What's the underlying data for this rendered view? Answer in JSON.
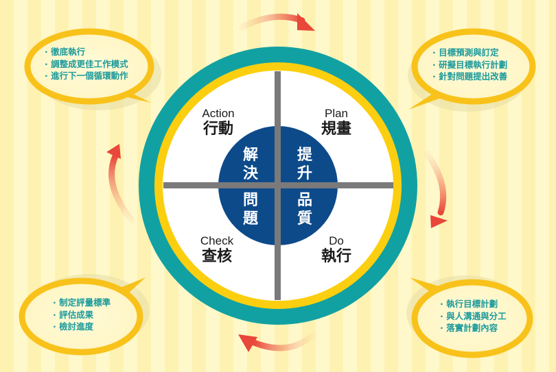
{
  "colors": {
    "teal_ring": "#12a1a2",
    "yellow_ring": "#fbcf0f",
    "center_circle": "#0d4a8a",
    "divider": "#7a7a7a",
    "bubble_ring": "#f8c21a",
    "bubble_text": "#1c9a9c",
    "arrow": "#e8503a"
  },
  "quadrants": {
    "plan": {
      "en": "Plan",
      "zh": "規畫"
    },
    "do": {
      "en": "Do",
      "zh": "執行"
    },
    "check": {
      "en": "Check",
      "zh": "查核"
    },
    "action": {
      "en": "Action",
      "zh": "行動"
    }
  },
  "center": {
    "top_left": [
      "解",
      "決"
    ],
    "top_right": [
      "提",
      "升"
    ],
    "bottom_left": [
      "問",
      "題"
    ],
    "bottom_right": [
      "品",
      "質"
    ]
  },
  "bubbles": {
    "action": [
      "徹底執行",
      "調整成更佳工作模式",
      "進行下一個循環動作"
    ],
    "plan": [
      "目標預測與訂定",
      "研擬目標執行計劃",
      "針對問題提出改善"
    ],
    "check": [
      "制定評量標準",
      "評估成果",
      "檢討進度"
    ],
    "do": [
      "執行目標計劃",
      "與人溝通與分工",
      "落實計劃內容"
    ]
  },
  "arrows": [
    "arrow-action-to-plan",
    "arrow-plan-to-do",
    "arrow-do-to-check",
    "arrow-check-to-action"
  ]
}
